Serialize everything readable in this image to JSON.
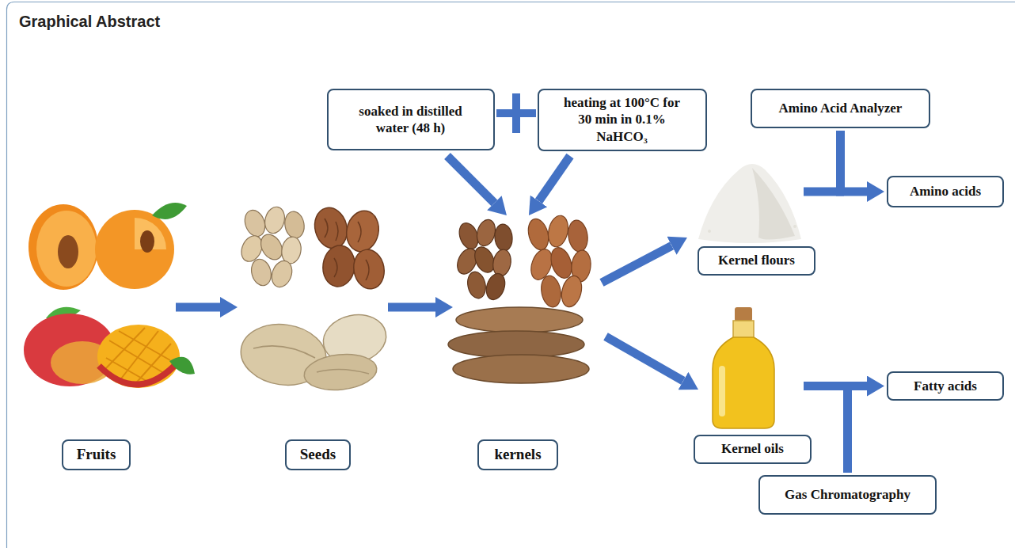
{
  "diagram": {
    "title": "Graphical Abstract",
    "nodes": [
      {
        "text": [
          "soaked in distilled water (48 h)"
        ]
      },
      {
        "text": [
          "heating at 100°C for 30 min in 0.1% NaHCO₃"
        ]
      },
      {
        "text": [
          "Amino Acid Analyzer"
        ]
      },
      {
        "text": [
          "Amino acids"
        ]
      },
      {
        "text": [
          "Kernel flours"
        ]
      },
      {
        "text": [
          "Fatty acids"
        ]
      },
      {
        "text": [
          "Fruits"
        ]
      },
      {
        "text": [
          "Seeds"
        ]
      },
      {
        "text": [
          "kernels"
        ]
      },
      {
        "text": [
          "Kernel oils"
        ]
      },
      {
        "text": [
          "Gas Chromatography"
        ]
      }
    ],
    "edges": [
      {
        "from": 2,
        "to": 3,
        "arrow": "to"
      },
      {
        "from": 10,
        "to": 5,
        "arrow": "to"
      }
    ]
  }
}
